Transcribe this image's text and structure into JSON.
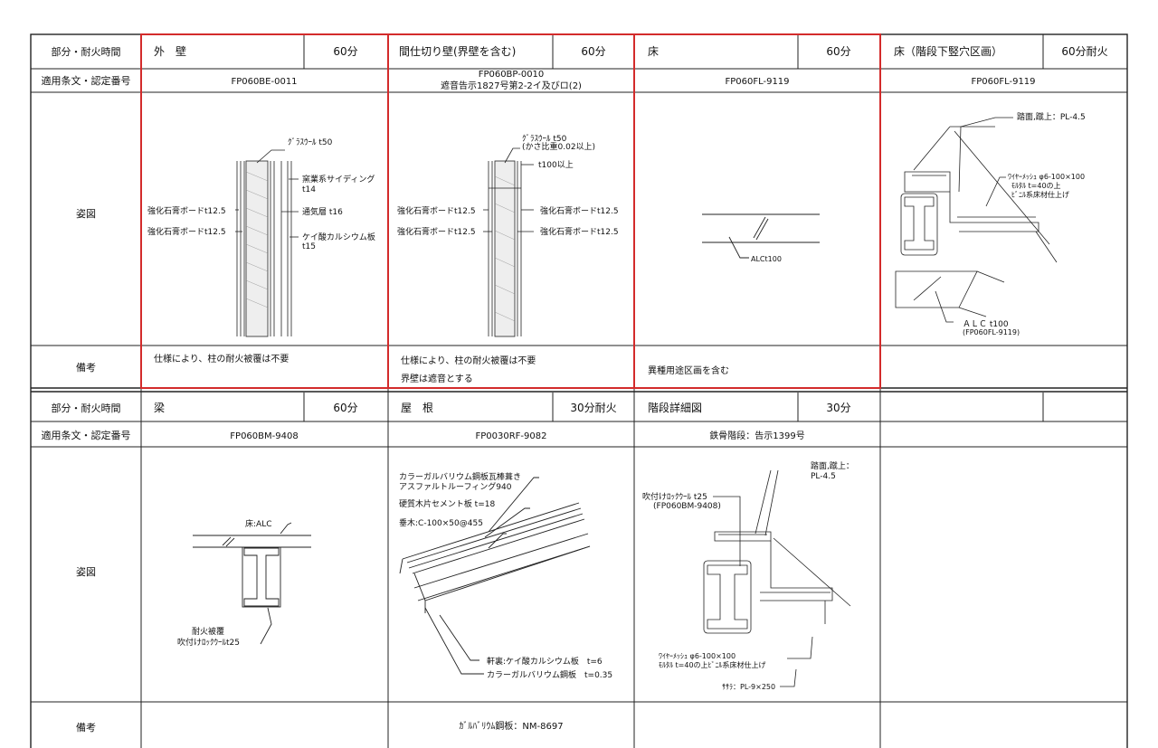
{
  "row_labels": {
    "part_time": "部分・耐火時間",
    "cert": "適用条文・認定番号",
    "figure": "姿図",
    "remarks": "備考"
  },
  "top": {
    "c1": {
      "name": "外　壁",
      "time": "60分",
      "cert": "FP060BE-0011",
      "remark": "仕様により、柱の耐火被覆は不要",
      "labels": {
        "glass": "ｸﾞﾗｽｳｰﾙ t50",
        "siding": "窯業系サイディング",
        "siding_t": "t14",
        "board1": "強化石膏ボードt12.5",
        "board2": "強化石膏ボードt12.5",
        "air": "通気層 t16",
        "calc": "ケイ酸カルシウム板",
        "calc_t": "t15"
      }
    },
    "c2": {
      "name": "間仕切り壁(界壁を含む)",
      "time": "60分",
      "cert1": "FP060BP-0010",
      "cert2": "遮音告示1827号第2-2イ及びロ(2)",
      "remark1": "仕様により、柱の耐火被覆は不要",
      "remark2": "界壁は遮音とする",
      "labels": {
        "glass": "ｸﾞﾗｽｳｰﾙ t50",
        "glass2": "(かさ比重0.02以上)",
        "t100": "t100以上",
        "b1": "強化石膏ボードt12.5",
        "b2": "強化石膏ボードt12.5",
        "b3": "強化石膏ボードt12.5",
        "b4": "強化石膏ボードt12.5"
      }
    },
    "c3": {
      "name": "床",
      "time": "60分",
      "cert": "FP060FL-9119",
      "remark": "異種用途区画を含む",
      "labels": {
        "alc": "ALCt100"
      }
    },
    "c4": {
      "name": "床（階段下竪穴区画）",
      "time": "60分耐火",
      "cert": "FP060FL-9119",
      "labels": {
        "tread": "踏面,蹴上：PL-4.5",
        "wire": "ﾜｲﾔｰﾒｯｼｭ φ6-100×100",
        "mortar": "ﾓﾙﾀﾙ t=40の上",
        "vinyl": "ﾋﾞﾆﾙ系床材仕上げ",
        "alc": "ＡＬＣ t100",
        "alc2": "(FP060FL-9119)"
      }
    }
  },
  "bottom": {
    "c1": {
      "name": "梁",
      "time": "60分",
      "cert": "FP060BM-9408",
      "labels": {
        "floor": "床:ALC",
        "fire": "耐火被覆",
        "spray": "吹付けﾛｯｸｳｰﾙt25"
      }
    },
    "c2": {
      "name": "屋　根",
      "time": "30分耐火",
      "cert": "FP0030RF-9082",
      "remark": "ｶﾞﾙﾊﾞﾘｳﾑ鋼板：NM-8697",
      "labels": {
        "l1": "カラーガルバリウム鋼板瓦棒葺き",
        "l2": "アスファルトルーフィング940",
        "l3": "硬質木片セメント板 t=18",
        "l4": "垂木:C-100×50@455",
        "l5": "軒裏:ケイ酸カルシウム板　t=6",
        "l6": "カラーガルバリウム鋼板　t=0.35"
      }
    },
    "c3": {
      "name": "階段詳細図",
      "time": "30分",
      "cert": "鉄骨階段：告示1399号",
      "labels": {
        "tread1": "踏面,蹴上：",
        "tread2": "PL-4.5",
        "spray1": "吹付けﾛｯｸｳｰﾙ t25",
        "spray2": "(FP060BM-9408)",
        "wire": "ﾜｲﾔｰﾒｯｼｭ φ6-100×100",
        "mortar": "ﾓﾙﾀﾙ t=40の上ﾋﾞﾆﾙ系床材仕上げ",
        "stringer": "ｻｻﾗ：PL-9×250"
      }
    }
  }
}
